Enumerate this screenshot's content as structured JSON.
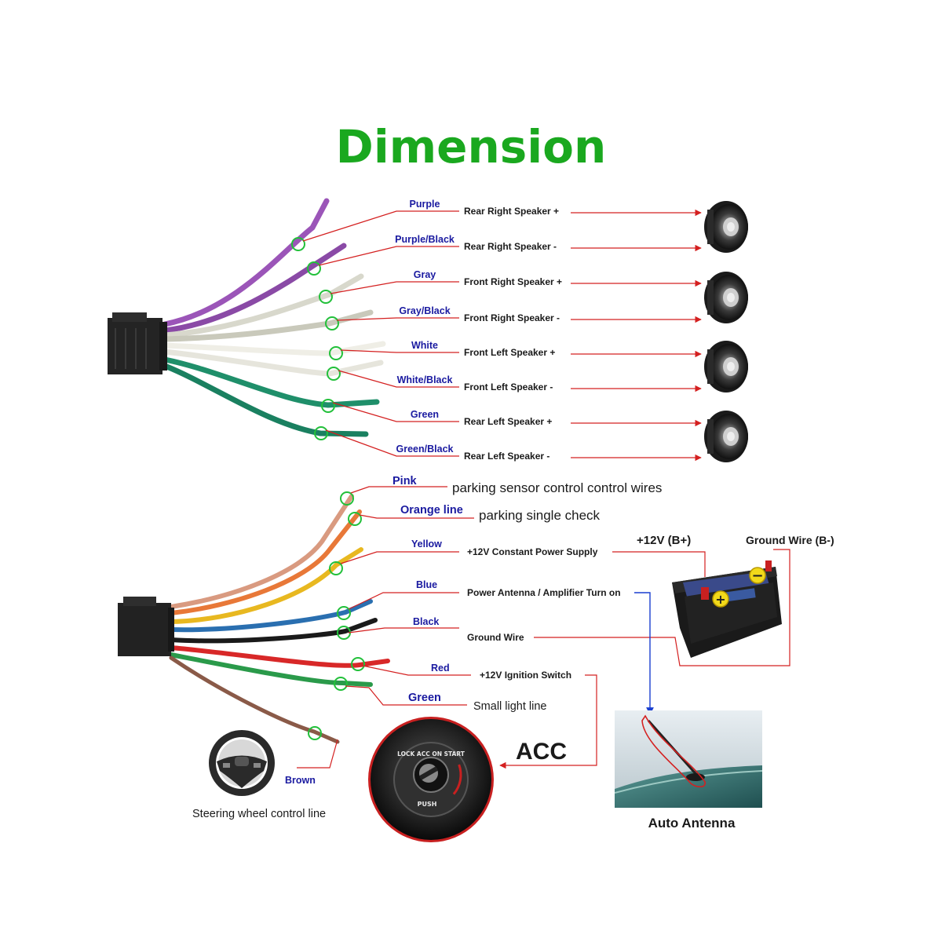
{
  "title": "Dimension",
  "speaker_wires": [
    {
      "color": "Purple",
      "function": "Rear Right Speaker +",
      "hex": "#9b55b8"
    },
    {
      "color": "Purple/Black",
      "function": "Rear Right Speaker -",
      "hex": "#8a4aa6"
    },
    {
      "color": "Gray",
      "function": "Front Right Speaker +",
      "hex": "#d8d8cc"
    },
    {
      "color": "Gray/Black",
      "function": "Front Right Speaker -",
      "hex": "#c9c9bb"
    },
    {
      "color": "White",
      "function": "Front Left Speaker +",
      "hex": "#efeee6"
    },
    {
      "color": "White/Black",
      "function": "Front Left Speaker -",
      "hex": "#e6e5dc"
    },
    {
      "color": "Green",
      "function": "Rear Left Speaker +",
      "hex": "#1f8f6a"
    },
    {
      "color": "Green/Black",
      "function": "Rear Left Speaker -",
      "hex": "#1a8060"
    }
  ],
  "power_wires": [
    {
      "color": "Pink",
      "function": "parking sensor control control wires",
      "hex": "#d99a80"
    },
    {
      "color": "Orange line",
      "function": "parking single check",
      "hex": "#e87838"
    },
    {
      "color": "Yellow",
      "function": "+12V Constant Power Supply",
      "hex": "#e8b820"
    },
    {
      "color": "Blue",
      "function": "Power Antenna / Amplifier Turn on",
      "hex": "#2a6fb0"
    },
    {
      "color": "Black",
      "function": "Ground Wire",
      "hex": "#1a1a1a"
    },
    {
      "color": "Red",
      "function": "+12V  Ignition Switch",
      "hex": "#d82828"
    },
    {
      "color": "Green",
      "function": "Small light line",
      "hex": "#2a9a4a"
    },
    {
      "color": "Brown",
      "function": "Steering wheel control line",
      "hex": "#8a5a48"
    }
  ],
  "battery": {
    "positive_label": "+12V  (B+)",
    "negative_label": "Ground Wire (B-)"
  },
  "acc_label": "ACC",
  "ignition_ring_text": "LOCK ACC ON START",
  "ignition_push_text": "PUSH",
  "antenna_caption": "Auto Antenna",
  "colors": {
    "title_green": "#1aa81f",
    "lead_red": "#d42020",
    "marker_green": "#22c03a",
    "label_blue": "#1a1aa0",
    "antenna_blue": "#1a3fd0"
  }
}
